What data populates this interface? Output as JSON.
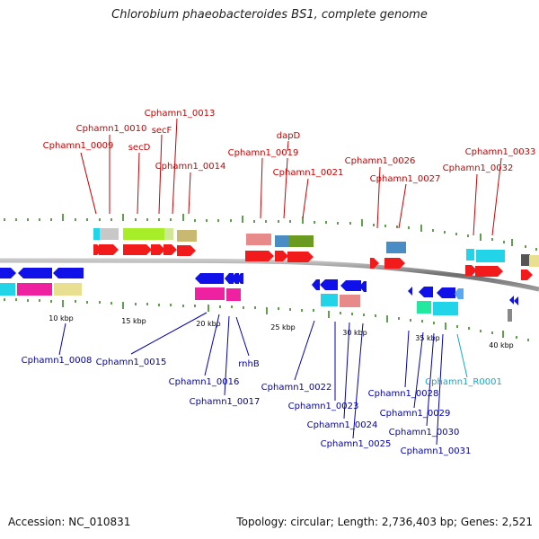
{
  "title": "Chlorobium phaeobacteroides BS1, complete genome",
  "accession": "Accession: NC_010831",
  "summary": "Topology: circular; Length: 2,736,403 bp; Genes: 2,521",
  "colors": {
    "forward_label": "#cc0000",
    "reverse_label": "#0000b3",
    "rna_label": "#11a8cc",
    "backbone": "#8a8a8a",
    "tick": "#2e7d16"
  },
  "scale_labels": [
    "10 kbp",
    "15 kbp",
    "20 kbp",
    "25 kbp",
    "30 kbp",
    "35 kbp",
    "40 kbp"
  ],
  "forward_genes": [
    "Cphamn1_0009",
    "Cphamn1_0010",
    "secD",
    "secF",
    "Cphamn1_0013",
    "Cphamn1_0014",
    "Cphamn1_0019",
    "dapD",
    "Cphamn1_0021",
    "Cphamn1_0026",
    "Cphamn1_0027",
    "Cphamn1_0032",
    "Cphamn1_0033"
  ],
  "reverse_genes": [
    "Cphamn1_0008",
    "Cphamn1_0015",
    "Cphamn1_0016",
    "Cphamn1_0017",
    "rnhB",
    "Cphamn1_0022",
    "Cphamn1_0023",
    "Cphamn1_0024",
    "Cphamn1_0025",
    "Cphamn1_0028",
    "Cphamn1_0029",
    "Cphamn1_0030",
    "Cphamn1_0031"
  ],
  "rna_genes": [
    "Cphamn1_R0001"
  ]
}
